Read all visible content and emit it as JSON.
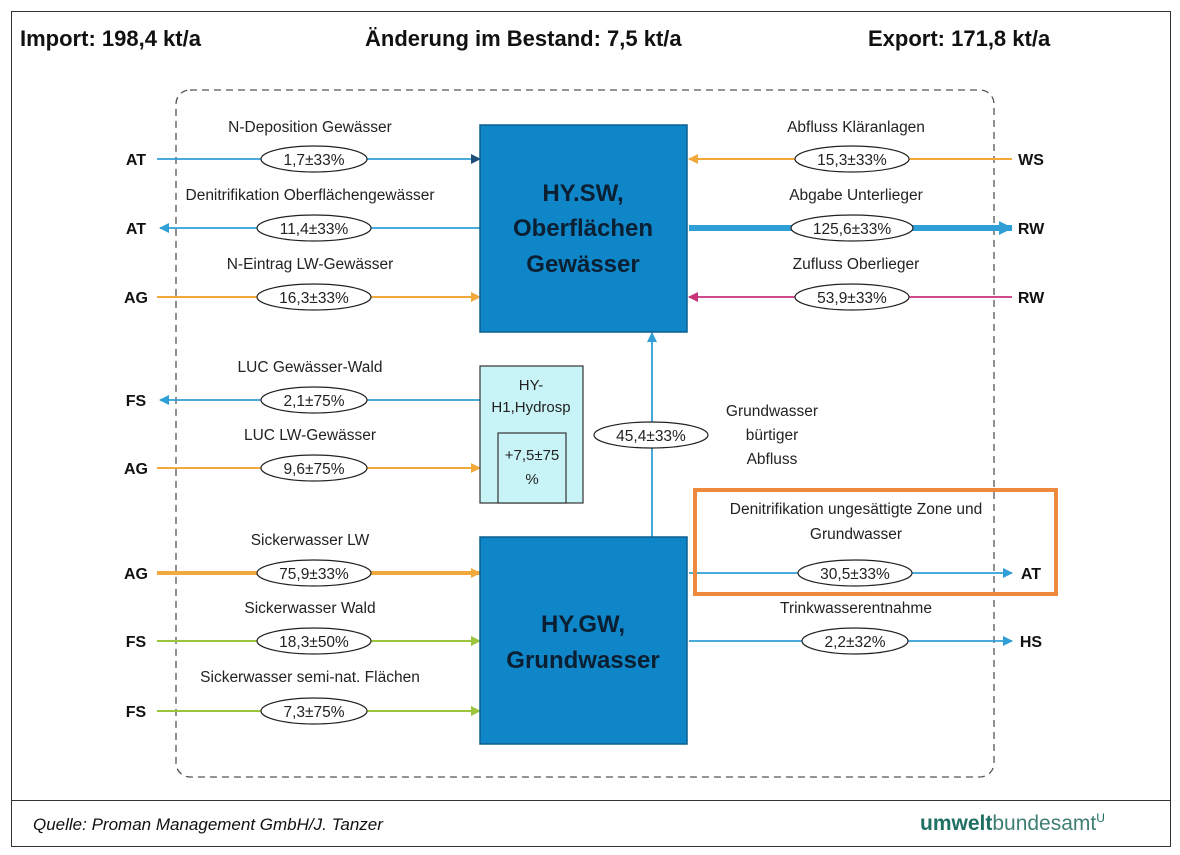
{
  "header": {
    "import": "Import: 198,4 kt/a",
    "change": "Änderung im Bestand: 7,5 kt/a",
    "export": "Export: 171,8 kt/a"
  },
  "boxes": {
    "sw_line1": "HY.SW,",
    "sw_line2": "Oberflächen",
    "sw_line3": "Gewässer",
    "gw_line1": "HY.GW,",
    "gw_line2": "Grundwasser",
    "hydro_line1": "HY-",
    "hydro_line2": "H1,Hydrosp",
    "hydro_change_line1": "+7,5±75",
    "hydro_change_line2": "%"
  },
  "flows": {
    "dep": {
      "label": "N-Deposition Gewässer",
      "value": "1,7±33%",
      "node": "AT"
    },
    "denit_sw": {
      "label": "Denitrifikation Oberflächengewässer",
      "value": "11,4±33%",
      "node": "AT"
    },
    "eintrag": {
      "label": "N-Eintrag LW-Gewässer",
      "value": "16,3±33%",
      "node": "AG"
    },
    "luc_wald": {
      "label": "LUC Gewässer-Wald",
      "value": "2,1±75%",
      "node": "FS"
    },
    "luc_lw": {
      "label": "LUC LW-Gewässer",
      "value": "9,6±75%",
      "node": "AG"
    },
    "sick_lw": {
      "label": "Sickerwasser LW",
      "value": "75,9±33%",
      "node": "AG"
    },
    "sick_wald": {
      "label": "Sickerwasser Wald",
      "value": "18,3±50%",
      "node": "FS"
    },
    "sick_semi": {
      "label": "Sickerwasser semi-nat. Flächen",
      "value": "7,3±75%",
      "node": "FS"
    },
    "klaer": {
      "label": "Abfluss Kläranlagen",
      "value": "15,3±33%",
      "node": "WS"
    },
    "unterl": {
      "label": "Abgabe Unterlieger",
      "value": "125,6±33%",
      "node": "RW"
    },
    "oberl": {
      "label": "Zufluss Oberlieger",
      "value": "53,9±33%",
      "node": "RW"
    },
    "gw_abfluss": {
      "label_line1": "Grundwasser",
      "label_line2": "bürtiger",
      "label_line3": "Abfluss",
      "value": "45,4±33%"
    },
    "denit_gw": {
      "label_line1": "Denitrifikation ungesättigte Zone und",
      "label_line2": "Grundwasser",
      "value": "30,5±33%",
      "node": "AT"
    },
    "trink": {
      "label": "Trinkwasserentnahme",
      "value": "2,2±32%",
      "node": "HS"
    }
  },
  "footer": {
    "source": "Quelle: Proman Management GmbH/J. Tanzer",
    "logo_bold": "umwelt",
    "logo_light": "bundesamt",
    "logo_mark": "U"
  },
  "colors": {
    "box": "#0f86c7",
    "blue_flow": "#2f9fd5",
    "orange_flow": "#f2a93b",
    "green_flow": "#9bc63c",
    "magenta_flow": "#c8337a",
    "highlight": "#ee8a3d",
    "hydro_fill": "#c9f4f7"
  }
}
